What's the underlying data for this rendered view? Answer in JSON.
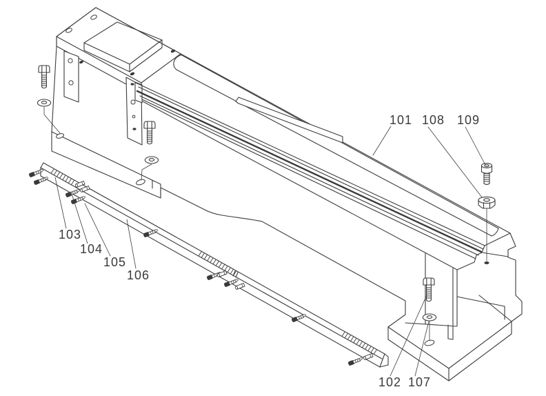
{
  "diagram": {
    "type": "exploded-parts-diagram",
    "background": "#ffffff",
    "line_color": "#3a3a3a",
    "callouts": [
      {
        "label": "101"
      },
      {
        "label": "102"
      },
      {
        "label": "103"
      },
      {
        "label": "104"
      },
      {
        "label": "105"
      },
      {
        "label": "106"
      },
      {
        "label": "107"
      },
      {
        "label": "108"
      },
      {
        "label": "109"
      }
    ]
  }
}
